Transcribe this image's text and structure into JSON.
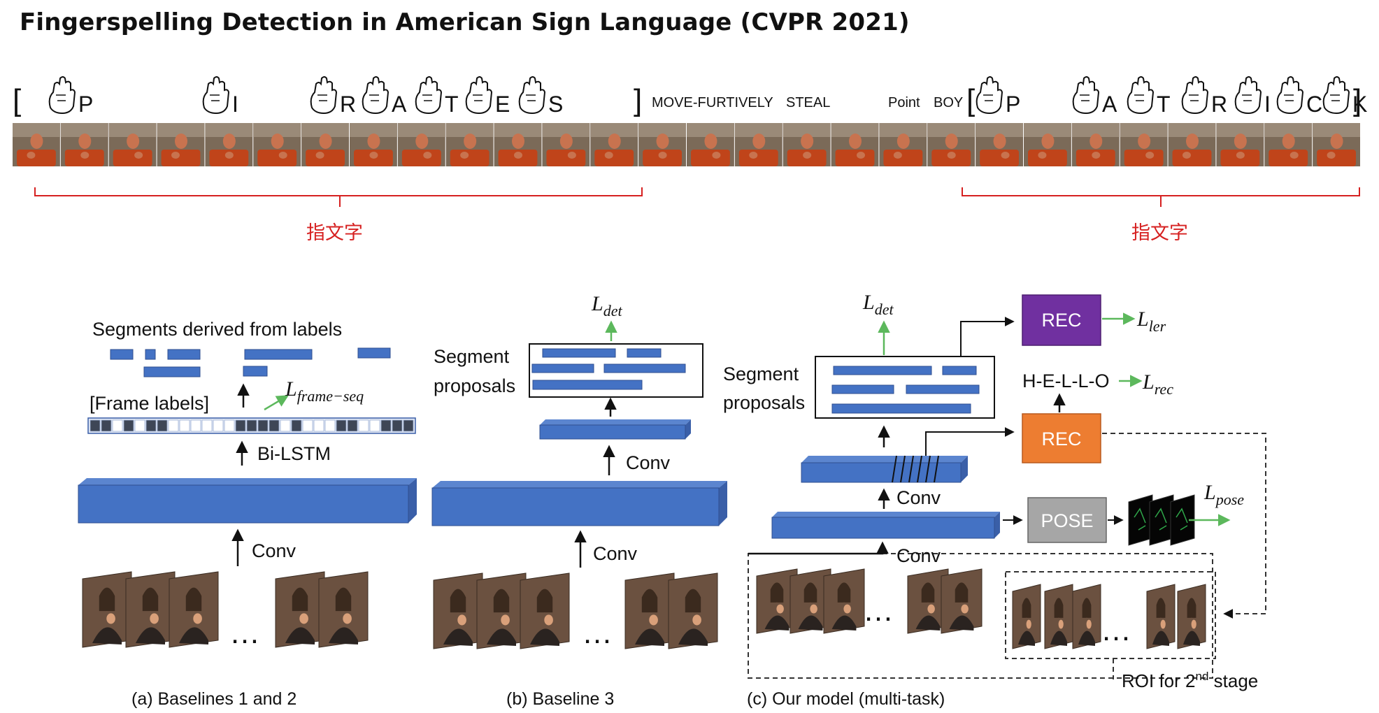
{
  "title": "Fingerspelling Detection in American Sign Language (CVPR 2021)",
  "colors": {
    "blue_block": "#4472c4",
    "blue_side": "#3a5fa8",
    "red_annotation": "#d62020",
    "green_arrow": "#5cb85c",
    "rec_purple": "#7030a0",
    "rec_orange": "#ed7d31",
    "pose_gray": "#a6a6a6",
    "frame_skin": "#c8734f",
    "frame_shirt": "#c0441a"
  },
  "top_sequence": {
    "glyphs": [
      {
        "icon": "pointing-hand-icon",
        "letter": "P"
      },
      {
        "icon": "index-hand-icon",
        "letter": "I"
      },
      {
        "icon": "crossed-fingers-icon",
        "letter": "R"
      },
      {
        "icon": "fist-hand-icon",
        "letter": "A"
      },
      {
        "icon": "thumb-between-icon",
        "letter": "T"
      },
      {
        "icon": "closed-hand-icon",
        "letter": "E"
      },
      {
        "icon": "s-fist-icon",
        "letter": "S"
      }
    ],
    "glosses": [
      "MOVE-FURTIVELY",
      "STEAL",
      "Point",
      "BOY"
    ],
    "glyphs_right": [
      {
        "icon": "pointing-hand-icon",
        "letter": "P"
      },
      {
        "icon": "fist-hand-icon",
        "letter": "A"
      },
      {
        "icon": "thumb-between-icon",
        "letter": "T"
      },
      {
        "icon": "crossed-fingers-icon",
        "letter": "R"
      },
      {
        "icon": "index-hand-icon",
        "letter": "I"
      },
      {
        "icon": "c-hand-icon",
        "letter": "C"
      },
      {
        "icon": "v-hand-icon",
        "letter": "K"
      }
    ],
    "annotation_label_left": "指文字",
    "annotation_label_right": "指文字",
    "frame_count": 28
  },
  "panel_a": {
    "segments_title": "Segments derived from labels",
    "frame_labels": "[Frame labels]",
    "loss_main": "L",
    "loss_sub": "frame−seq",
    "bilstm": "Bi-LSTM",
    "conv": "Conv",
    "ellipsis": "…",
    "caption": "(a) Baselines 1 and 2"
  },
  "panel_b": {
    "loss_main": "L",
    "loss_sub": "det",
    "proposals_line1": "Segment",
    "proposals_line2": "proposals",
    "conv_upper": "Conv",
    "conv_lower": "Conv",
    "ellipsis": "…",
    "caption": "(b) Baseline 3"
  },
  "panel_c": {
    "loss_det_main": "L",
    "loss_det_sub": "det",
    "proposals_line1": "Segment",
    "proposals_line2": "proposals",
    "rec_top": "REC",
    "loss_ler_main": "L",
    "loss_ler_sub": "ler",
    "hello": "H-E-L-L-O",
    "loss_rec_main": "L",
    "loss_rec_sub": "rec",
    "rec_mid": "REC",
    "conv_upper": "Conv",
    "conv_lower": "Conv",
    "pose": "POSE",
    "loss_pose_main": "L",
    "loss_pose_sub": "pose",
    "ellipsis_left": "…",
    "ellipsis_right": "…",
    "roi_prefix": "ROI for 2",
    "roi_sup": "nd",
    "roi_suffix": " stage",
    "caption": "(c) Our model (multi-task)"
  }
}
